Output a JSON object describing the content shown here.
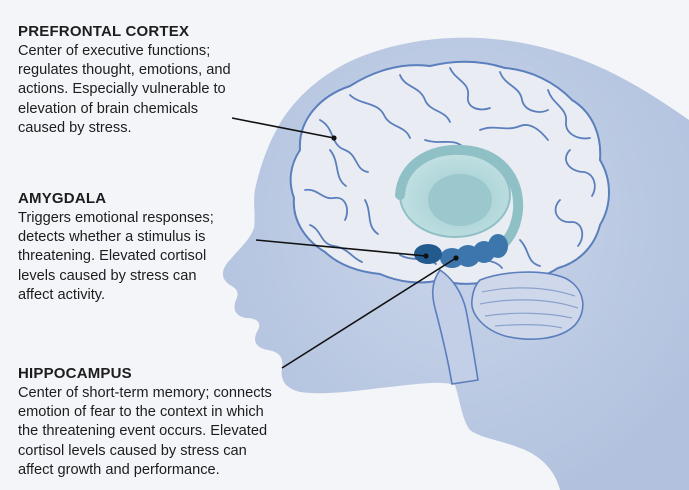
{
  "callouts": {
    "prefrontal": {
      "title": "PREFRONTAL CORTEX",
      "lines": [
        "Center of executive functions;",
        "regulates thought, emotions, and",
        "actions. Especially vulnerable to",
        "elevation of brain chemicals",
        "caused by stress."
      ]
    },
    "amygdala": {
      "title": "AMYGDALA",
      "lines": [
        "Triggers emotional responses;",
        "detects whether a stimulus is",
        "threatening. Elevated cortisol",
        "levels caused by stress can",
        "affect activity."
      ]
    },
    "hippocampus": {
      "title": "HIPPOCAMPUS",
      "lines": [
        "Center of short-term memory; connects",
        "emotion of fear to the context in which",
        "the threatening event occurs. Elevated",
        "cortisol levels caused by stress can",
        "affect growth and performance."
      ]
    }
  },
  "colors": {
    "background": "#f4f5f8",
    "head": "#b7c6e0",
    "brain": "#e9ecf3",
    "brain_lines": "#5b7fbd",
    "limbic": "#a9d2d6",
    "hippocampus": "#3c76ad",
    "amygdala": "#235a8e",
    "leader_line": "#111111"
  }
}
